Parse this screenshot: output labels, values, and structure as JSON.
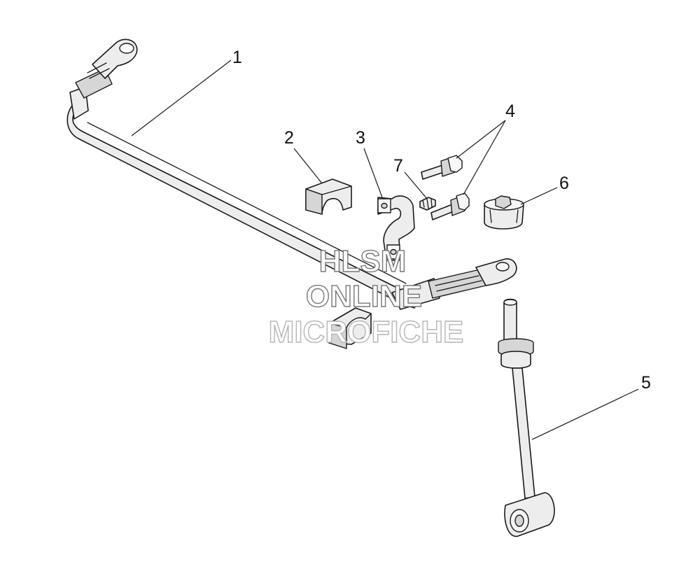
{
  "callouts": [
    {
      "id": "1",
      "label": "1"
    },
    {
      "id": "2",
      "label": "2"
    },
    {
      "id": "3",
      "label": "3"
    },
    {
      "id": "4",
      "label": "4"
    },
    {
      "id": "5",
      "label": "5"
    },
    {
      "id": "6",
      "label": "6"
    },
    {
      "id": "7",
      "label": "7"
    }
  ],
  "watermark": {
    "line1": "HLSM",
    "line2": "ONLINE",
    "line3": "MICROFICHE"
  },
  "colors": {
    "line": "#1a1a1a",
    "part_fill": "#ededed",
    "watermark_stroke": "#777777"
  }
}
